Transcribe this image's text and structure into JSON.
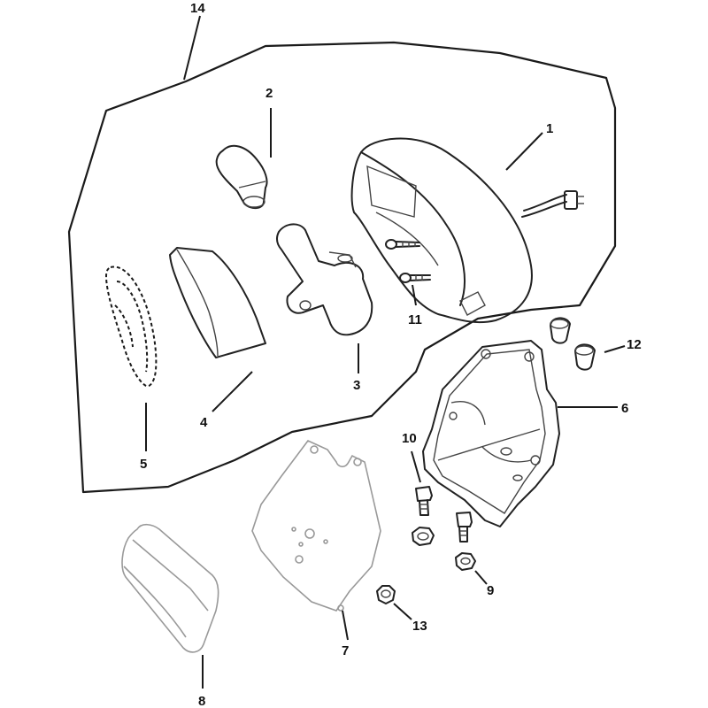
{
  "callouts": {
    "c1": "1",
    "c2": "2",
    "c3": "3",
    "c4": "4",
    "c5": "5",
    "c6": "6",
    "c7": "7",
    "c8": "8",
    "c9": "9",
    "c10": "10",
    "c11": "11",
    "c12": "12",
    "c13": "13",
    "c14": "14"
  },
  "parts": [
    {
      "ref": "1",
      "icon": "lamp-housing-icon"
    },
    {
      "ref": "2",
      "icon": "bulb-icon"
    },
    {
      "ref": "3",
      "icon": "bulb-socket-icon"
    },
    {
      "ref": "4",
      "icon": "lens-icon"
    },
    {
      "ref": "5",
      "icon": "gasket-icon"
    },
    {
      "ref": "6",
      "icon": "mounting-bracket-icon"
    },
    {
      "ref": "7",
      "icon": "plate-bracket-icon"
    },
    {
      "ref": "8",
      "icon": "reflector-icon"
    },
    {
      "ref": "9",
      "icon": "nut-icon"
    },
    {
      "ref": "10",
      "icon": "bolt-icon"
    },
    {
      "ref": "11",
      "icon": "screw-icon"
    },
    {
      "ref": "12",
      "icon": "grommet-icon"
    },
    {
      "ref": "13",
      "icon": "small-nut-icon"
    },
    {
      "ref": "14",
      "icon": "assembly-outline-icon"
    }
  ]
}
